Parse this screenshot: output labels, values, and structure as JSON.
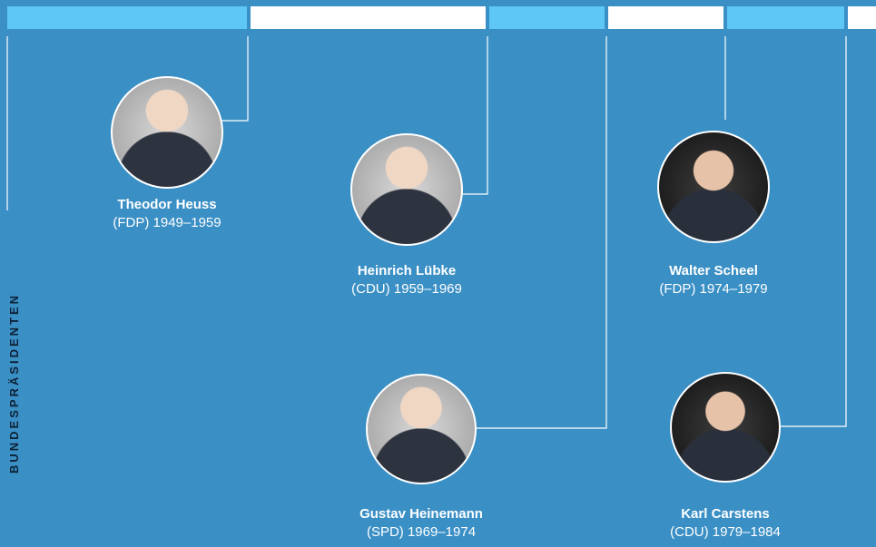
{
  "title": "BUNDESPRÄSIDENTEN",
  "colors": {
    "background": "#3a8fc5",
    "bar_light": "#5ec7f6",
    "bar_white": "#ffffff",
    "line": "#ffffff"
  },
  "presidents": [
    {
      "name": "Theodor Heuss",
      "meta": "(FDP) 1949–1959",
      "portrait_icon": "portrait-icon"
    },
    {
      "name": "Heinrich Lübke",
      "meta": "(CDU) 1959–1969",
      "portrait_icon": "portrait-icon"
    },
    {
      "name": "Gustav Heinemann",
      "meta": "(SPD) 1969–1974",
      "portrait_icon": "portrait-icon"
    },
    {
      "name": "Walter Scheel",
      "meta": "(FDP) 1974–1979",
      "portrait_icon": "portrait-icon"
    },
    {
      "name": "Karl Carstens",
      "meta": "(CDU) 1979–1984",
      "portrait_icon": "portrait-icon"
    }
  ]
}
